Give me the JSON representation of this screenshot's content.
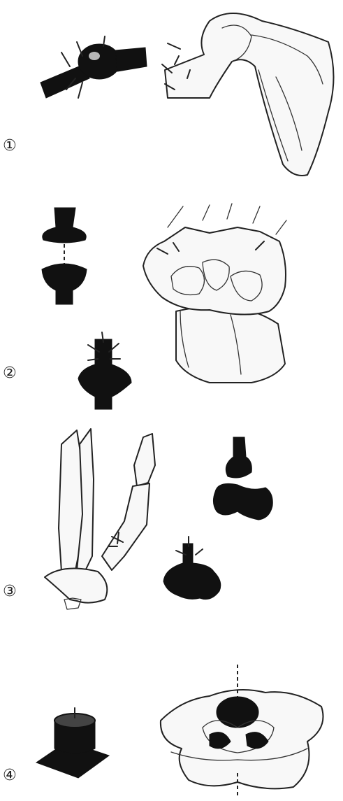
{
  "panels": [
    {
      "marker": "①"
    },
    {
      "marker": "②"
    },
    {
      "marker": "③"
    },
    {
      "marker": "④"
    }
  ]
}
